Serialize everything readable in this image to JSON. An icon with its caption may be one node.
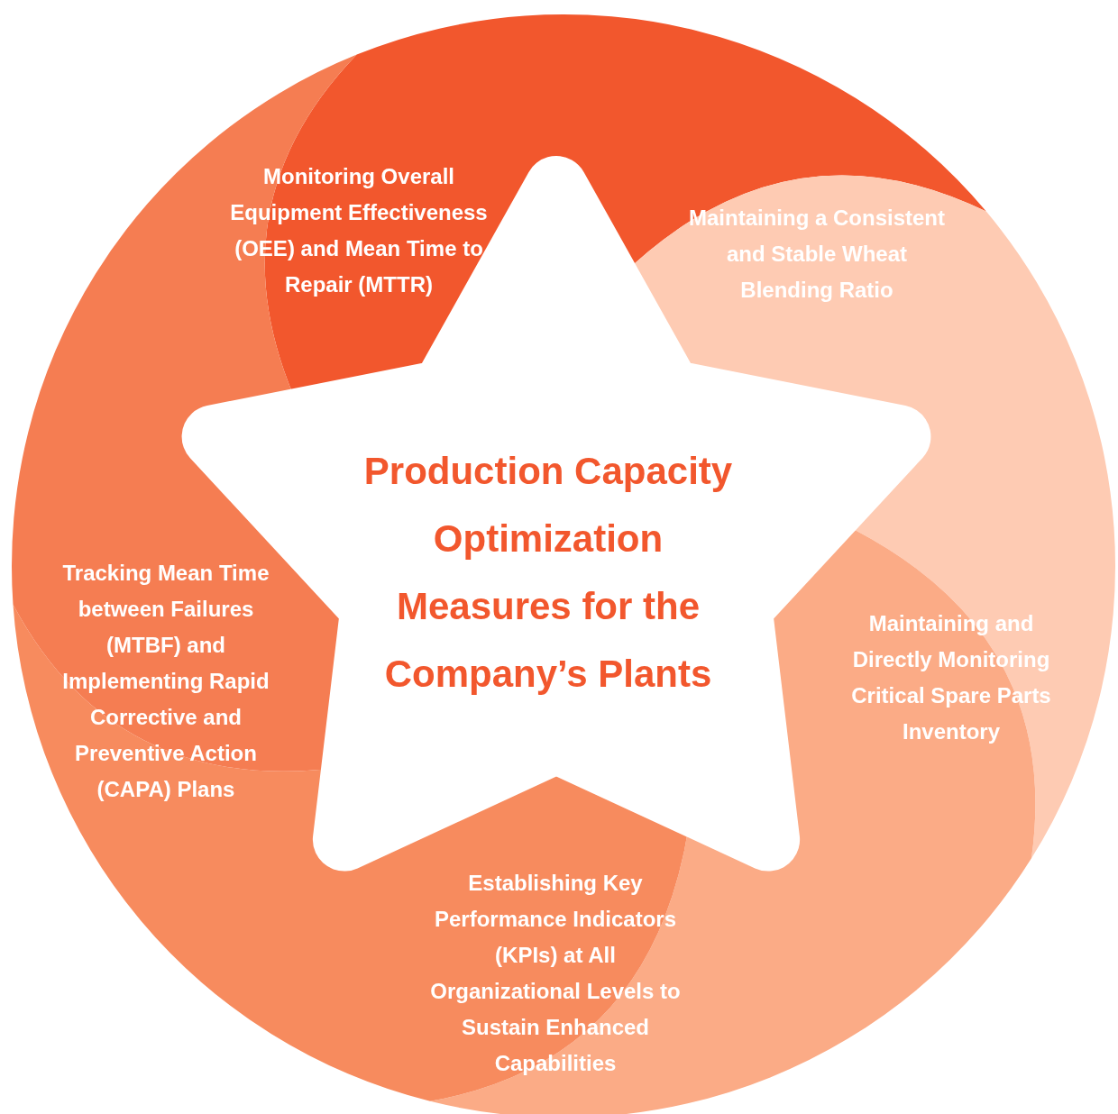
{
  "diagram": {
    "nodes": [
      {
        "text": [
          "Monitoring Overall Equipment Effectiveness (OEE) and Mean Time to Repair (MTTR)"
        ]
      },
      {
        "text": [
          "Maintaining a Consistent and Stable Wheat Blending Ratio"
        ]
      },
      {
        "text": [
          "Production Capacity Optimization Measures for the Company’s Plants"
        ]
      },
      {
        "text": [
          "Tracking Mean Time between Failures (MTBF) and Implementing Rapid Corrective and Preventive Action (CAPA) Plans"
        ]
      },
      {
        "text": [
          "Maintaining and Directly Monitoring Critical Spare Parts Inventory"
        ]
      },
      {
        "text": [
          "Establishing Key Performance Indicators (KPIs) at All Organizational Levels to Sustain Enhanced Capabilities"
        ]
      }
    ]
  }
}
